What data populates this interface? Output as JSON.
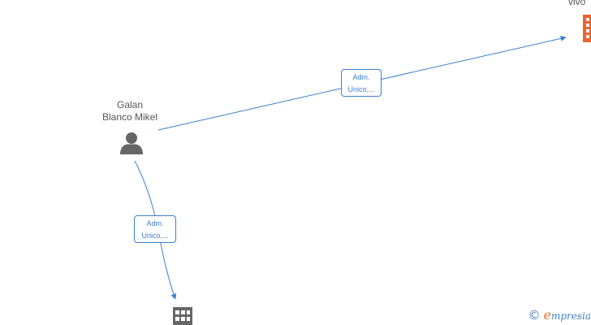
{
  "person": {
    "name_line1": "Galan",
    "name_line2": "Blanco Mikel",
    "icon": "person-icon"
  },
  "company_top": {
    "partial_label": "vivo",
    "icon": "building-icon",
    "color": "#e8642d"
  },
  "company_bottom": {
    "icon": "building-icon",
    "color": "#666666"
  },
  "edges": [
    {
      "label_line1": "Adm.",
      "label_line2": "Unico,..."
    },
    {
      "label_line1": "Adm.",
      "label_line2": "Unico,..."
    }
  ],
  "colors": {
    "edge": "#3b7fd0",
    "text": "#555555"
  },
  "watermark": {
    "copyright": "©",
    "brand_initial": "e",
    "brand_rest": "mpresia"
  }
}
